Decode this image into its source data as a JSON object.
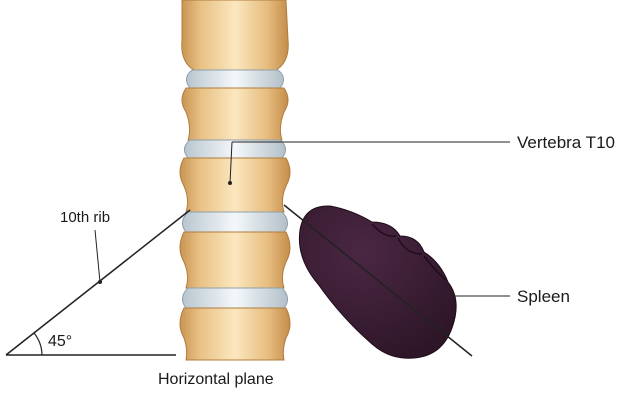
{
  "labels": {
    "vertebra": "Vertebra T10",
    "spleen": "Spleen",
    "rib": "10th rib",
    "angle": "45°",
    "plane": "Horizontal plane"
  },
  "colors": {
    "bone_light": "#f8e2b6",
    "bone_mid": "#ecc68a",
    "bone_dark": "#cf9d5a",
    "disc": "#dfe8ee",
    "spleen": "#3a1d33",
    "line": "#222222"
  }
}
